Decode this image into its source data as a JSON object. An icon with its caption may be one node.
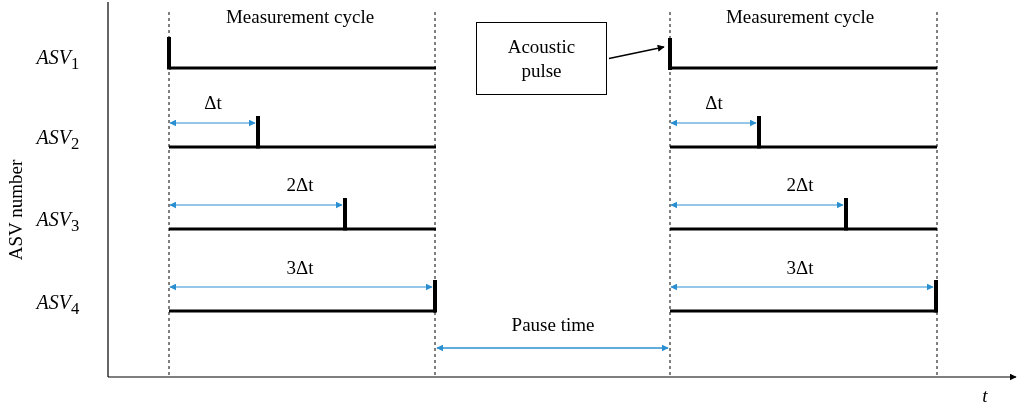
{
  "diagram": {
    "nodes": [
      {
        "text": [
          "Acoustic pulse"
        ]
      },
      {
        "text": [],
        "shape": "bar"
      }
    ],
    "edges": [
      {
        "from": 0,
        "to": 1,
        "arrow": "to"
      }
    ],
    "labels": [
      "Measurement cycle",
      "Measurement cycle",
      "*ASV*$_{1}$",
      "ASV number",
      "Δt",
      "Δt",
      "*ASV*$_{2}$",
      "2Δt",
      "2Δt",
      "*ASV*$_{3}$",
      "3Δt",
      "3Δt",
      "*ASV*$_{4}$",
      "Pause time",
      "t"
    ]
  }
}
